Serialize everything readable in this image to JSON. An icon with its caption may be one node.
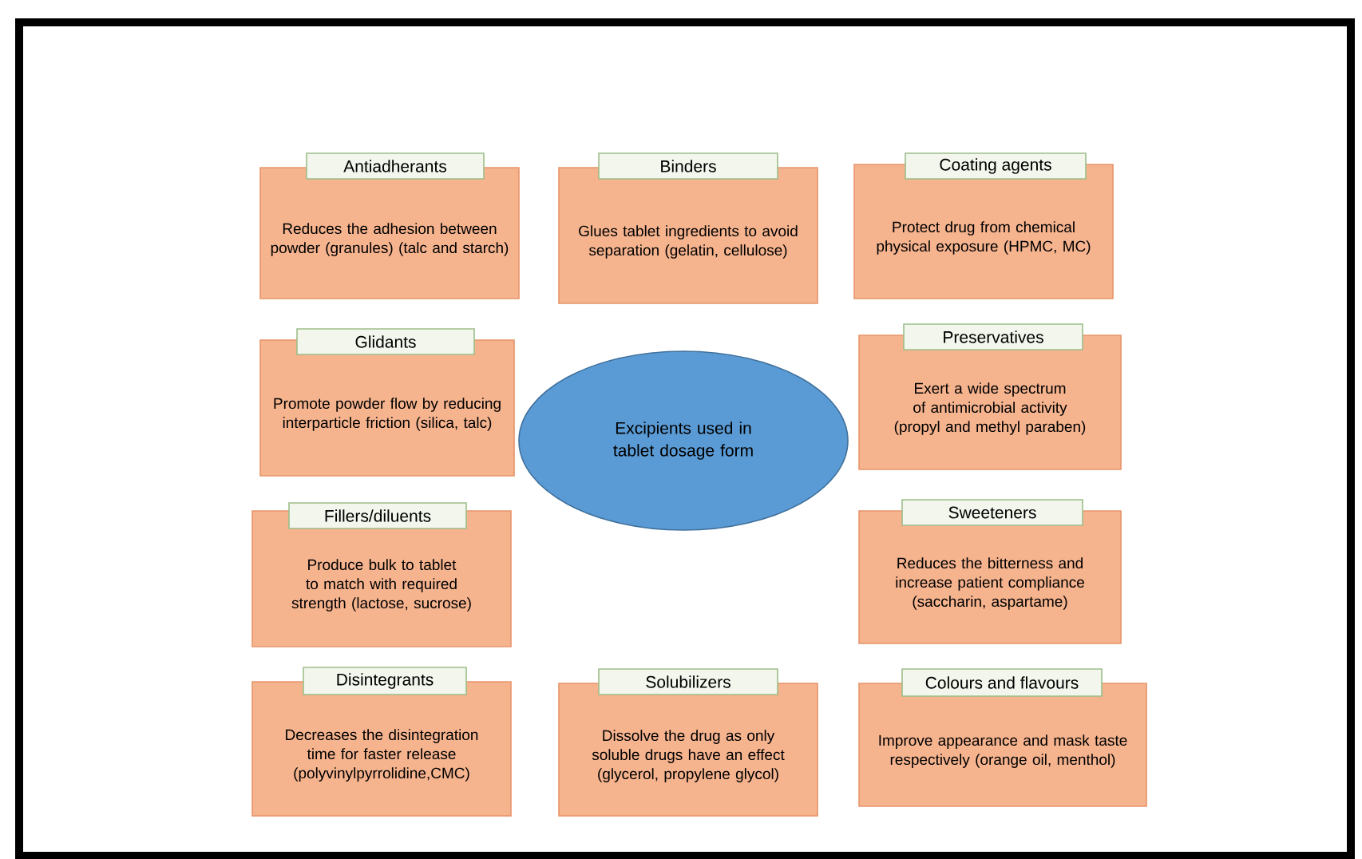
{
  "diagram": {
    "nodes": [
      {
        "text": [
          "Antiadherants",
          "Reduces the adhesion between powder (granules) (talc and starch)"
        ]
      },
      {
        "text": [
          "Binders",
          "Glues tablet ingredients to avoid separation (gelatin, cellulose)"
        ]
      },
      {
        "text": [
          "Coating agents",
          "Protect drug from chemical physical exposure (HPMC, MC)"
        ]
      },
      {
        "text": [
          "Glidants",
          "Promote powder flow by reducing interparticle friction (silica, talc)"
        ]
      },
      {
        "text": [
          "Excipients used in tablet dosage form"
        ]
      },
      {
        "text": [
          "Preservatives",
          "Exert a wide spectrum of antimicrobial activity (propyl and methyl paraben)"
        ]
      },
      {
        "text": [
          "Fillers/diluents",
          "Produce bulk to tablet to match with required strength (lactose, sucrose)"
        ]
      },
      {
        "text": [
          "Sweeteners",
          "Reduces the bitterness and increase patient compliance (saccharin, aspartame)"
        ]
      },
      {
        "text": [
          "Disintegrants",
          "Decreases the disintegration time for faster release (polyvinylpyrrolidine,CMC)"
        ]
      },
      {
        "text": [
          "Solubilizers",
          "Dissolve the drug as only soluble drugs have an effect (glycerol, propylene glycol)"
        ]
      },
      {
        "text": [
          "Colours and flavours",
          "Improve appearance and mask taste respectively (orange oil, menthol)"
        ]
      }
    ]
  }
}
